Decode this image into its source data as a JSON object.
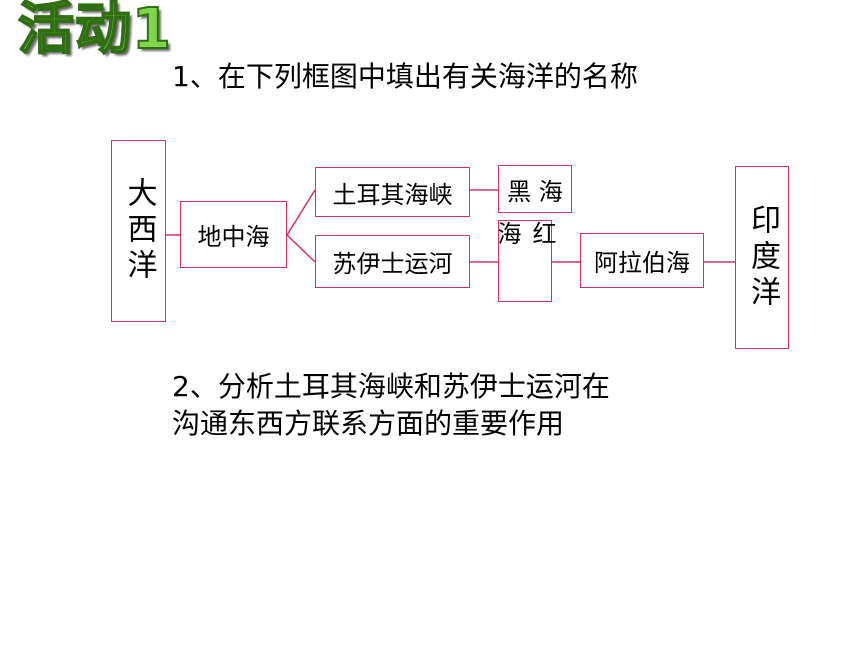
{
  "title": "活动1",
  "question1": "1、在下列框图中填出有关海洋的名称",
  "question2_line1": "2、分析土耳其海峡和苏伊士运河在",
  "question2_line2": "沟通东西方联系方面的重要作用",
  "diagram": {
    "atlantic": "大西洋",
    "mediterranean": "地中海",
    "turkish_strait": "土耳其海峡",
    "suez_canal": "苏伊士运河",
    "black_sea": "黑 海",
    "red_sea": "红 海",
    "arabian_sea": "阿拉伯海",
    "indian_ocean": "印度洋"
  },
  "colors": {
    "line": "#d4306b",
    "title_fill": "#7fd64a",
    "title_outline": "#2f6e12"
  }
}
